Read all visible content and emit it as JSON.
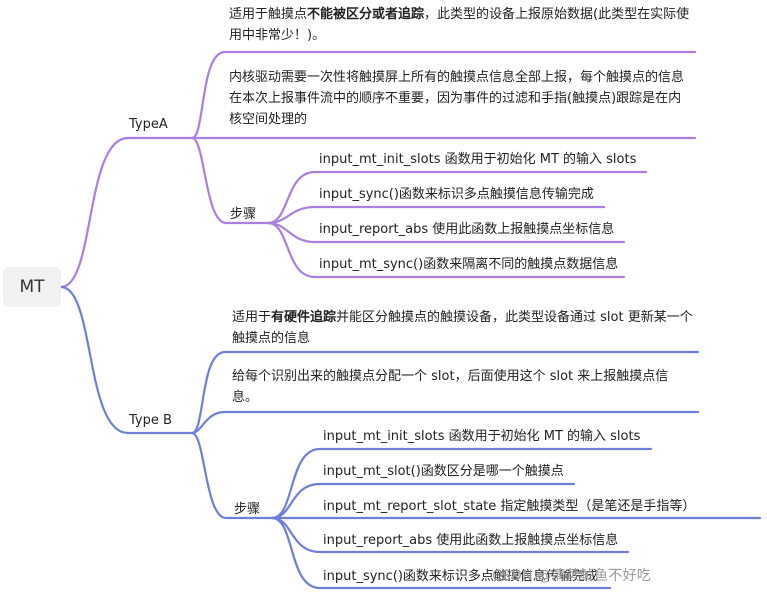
{
  "root": {
    "label": "MT"
  },
  "colors": {
    "typeA": "#a97fe0",
    "typeB": "#6f7fd6"
  },
  "typeA": {
    "label": "TypeA",
    "notes": [
      {
        "pre": "适用于触摸点",
        "bold": "不能被区分或者追踪",
        "post": "，此类型的设备上报原始数据(此类型在实际使用中非常少！)。"
      },
      {
        "text": "内核驱动需要一次性将触摸屏上所有的触摸点信息全部上报，每个触摸点的信息在本次上报事件流中的顺序不重要，因为事件的过滤和手指(触摸点)跟踪是在内核空间处理的"
      }
    ],
    "steps_label": "步骤",
    "steps": [
      "input_mt_init_slots 函数用于初始化 MT 的输入 slots",
      "input_sync()函数来标识多点触摸信息传输完成",
      "input_report_abs 使用此函数上报触摸点坐标信息",
      "input_mt_sync()函数来隔离不同的触摸点数据信息"
    ]
  },
  "typeB": {
    "label": "Type B",
    "notes": [
      {
        "pre": "适用于",
        "bold": "有硬件追踪",
        "post": "并能区分触摸点的触摸设备，此类型设备通过 slot 更新某一个触摸点的信息"
      },
      {
        "text": "给每个识别出来的触摸点分配一个 slot，后面使用这个 slot 来上报触摸点信息。"
      }
    ],
    "steps_label": "步骤",
    "steps": [
      "input_mt_init_slots 函数用于初始化 MT 的输入 slots",
      "input_mt_slot()函数区分是哪一个触摸点",
      "input_mt_report_slot_state 指定触摸类型（是笔还是手指等）",
      "input_report_abs 使用此函数上报触摸点坐标信息",
      "input_sync()函数来标识多点触摸信息传输完成"
    ]
  },
  "watermark": "CSDN @清蒸鲈鱼不好吃"
}
